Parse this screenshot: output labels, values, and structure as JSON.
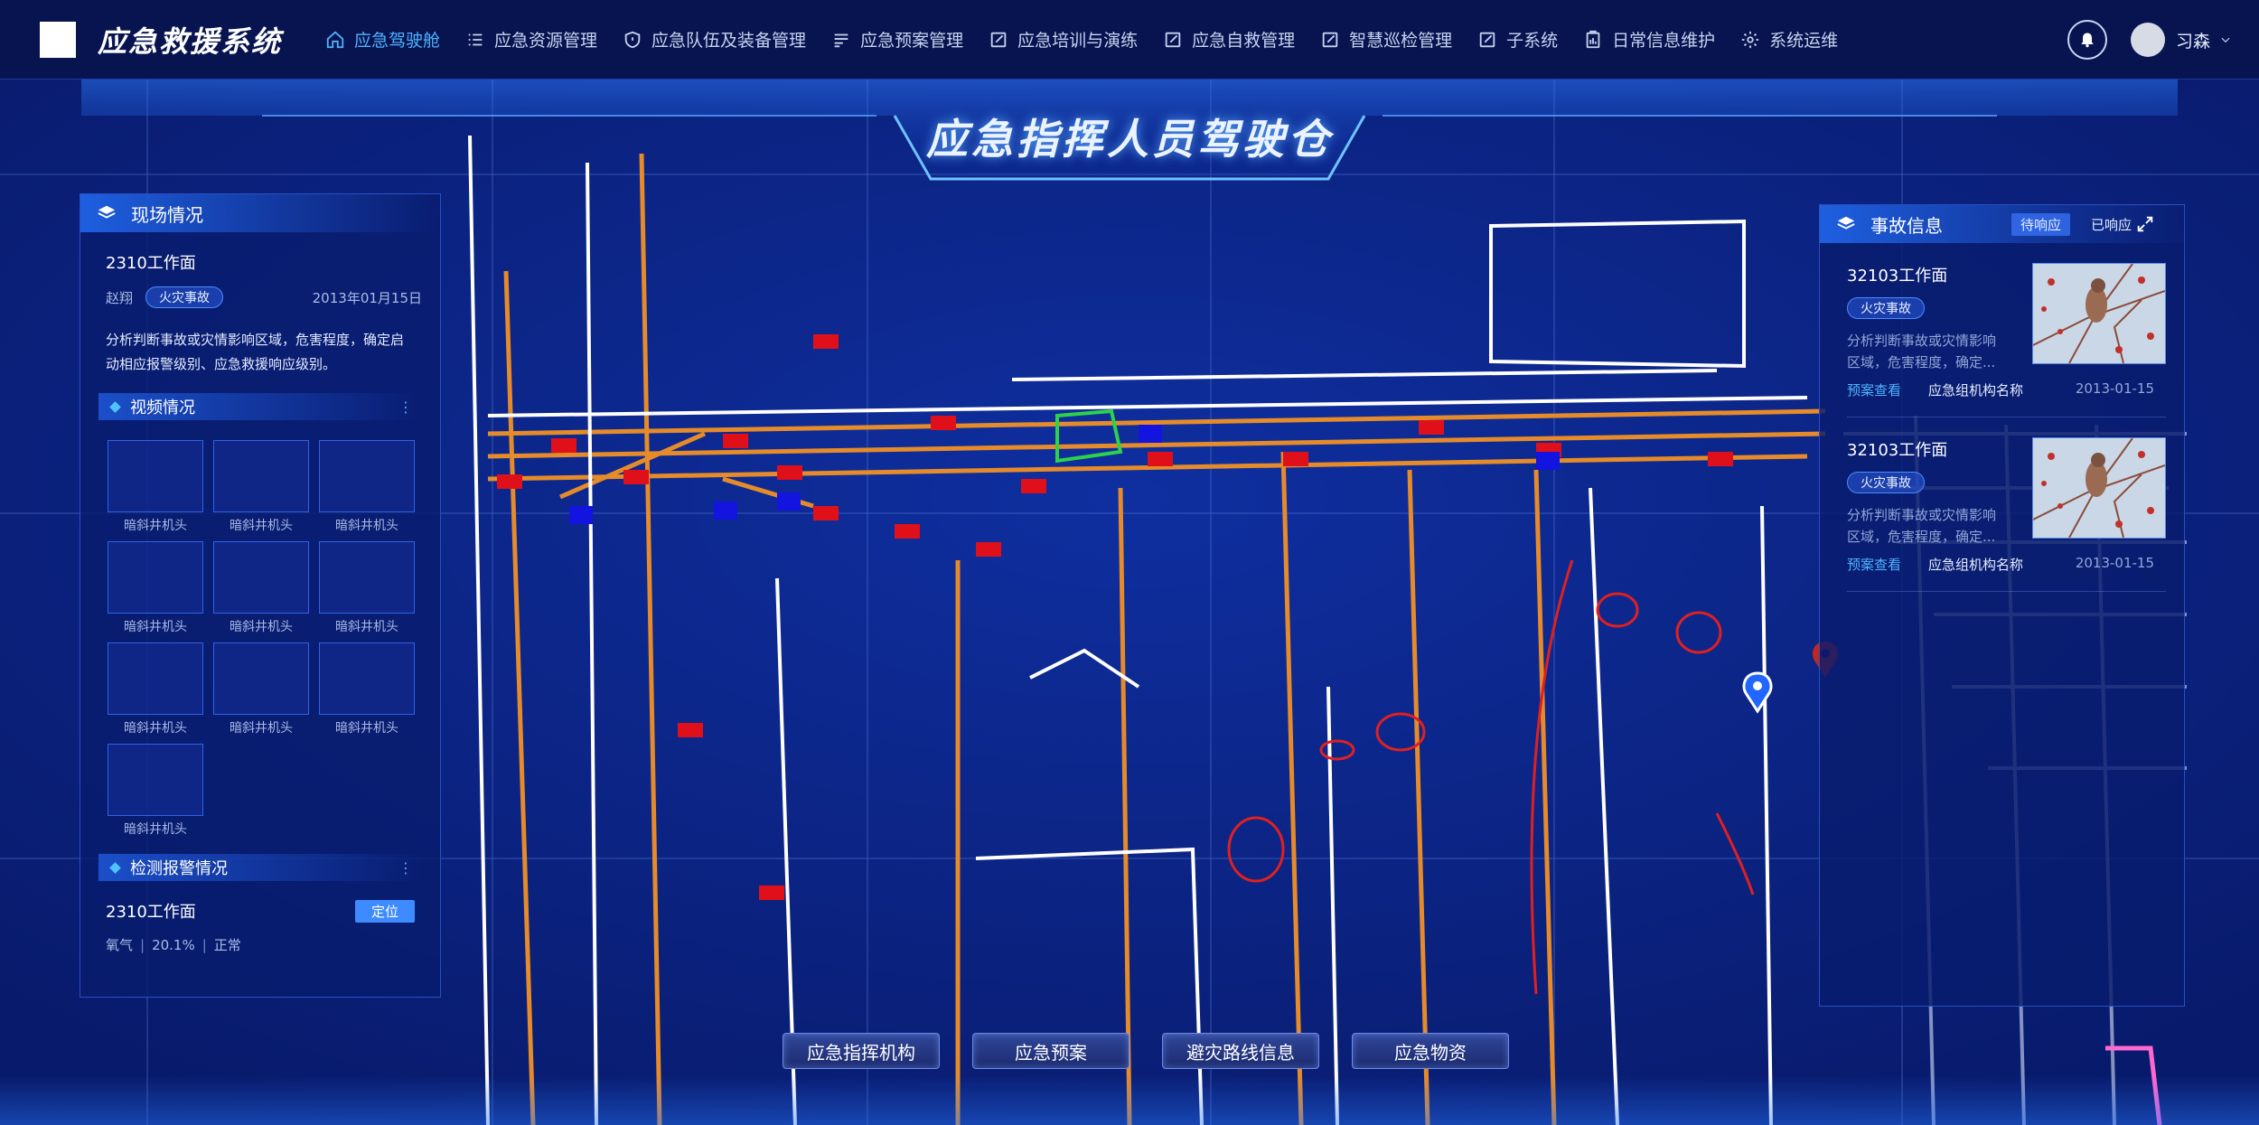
{
  "header": {
    "system_title": "应急救援系统",
    "nav": [
      {
        "label": "应急驾驶舱",
        "icon": "home-icon",
        "active": true
      },
      {
        "label": "应急资源管理",
        "icon": "list-icon"
      },
      {
        "label": "应急队伍及装备管理",
        "icon": "shield-icon"
      },
      {
        "label": "应急预案管理",
        "icon": "lines-icon"
      },
      {
        "label": "应急培训与演练",
        "icon": "edit-icon"
      },
      {
        "label": "应急自救管理",
        "icon": "edit-icon"
      },
      {
        "label": "智慧巡检管理",
        "icon": "edit-icon"
      },
      {
        "label": "子系统",
        "icon": "edit-icon"
      },
      {
        "label": "日常信息维护",
        "icon": "clipboard-icon"
      },
      {
        "label": "系统运维",
        "icon": "gear-icon"
      }
    ],
    "username": "习森",
    "accent_color": "#4fb3ff"
  },
  "page_title": "应急指挥人员驾驶仓",
  "left_panel": {
    "title": "现场情况",
    "site_name": "2310工作面",
    "person": "赵翔",
    "tag": "火灾事故",
    "date": "2013年01月15日",
    "description": "分析判断事故或灾情影响区域，危害程度，确定启动相应报警级别、应急救援响应级别。",
    "video_section_title": "视频情况",
    "videos": [
      "暗斜井机头",
      "暗斜井机头",
      "暗斜井机头",
      "暗斜井机头",
      "暗斜井机头",
      "暗斜井机头",
      "暗斜井机头",
      "暗斜井机头",
      "暗斜井机头",
      "暗斜井机头"
    ],
    "alarm_section_title": "检测报警情况",
    "alarm_site": "2310工作面",
    "locate_label": "定位",
    "alarm_gas": "氧气",
    "alarm_value": "20.1%",
    "alarm_status": "正常"
  },
  "right_panel": {
    "title": "事故信息",
    "tab_pending": "待响应",
    "tab_responded": "已响应",
    "events": [
      {
        "name": "32103工作面",
        "tag": "火灾事故",
        "desc": "分析判断事故或灾情影响区域，危害程度，确定...",
        "link": "预案查看",
        "org": "应急组机构名称",
        "date": "2013-01-15"
      },
      {
        "name": "32103工作面",
        "tag": "火灾事故",
        "desc": "分析判断事故或灾情影响区域，危害程度，确定...",
        "link": "预案查看",
        "org": "应急组机构名称",
        "date": "2013-01-15"
      }
    ]
  },
  "bottom_buttons": [
    "应急指挥机构",
    "应急预案",
    "避灾路线信息",
    "应急物资"
  ]
}
